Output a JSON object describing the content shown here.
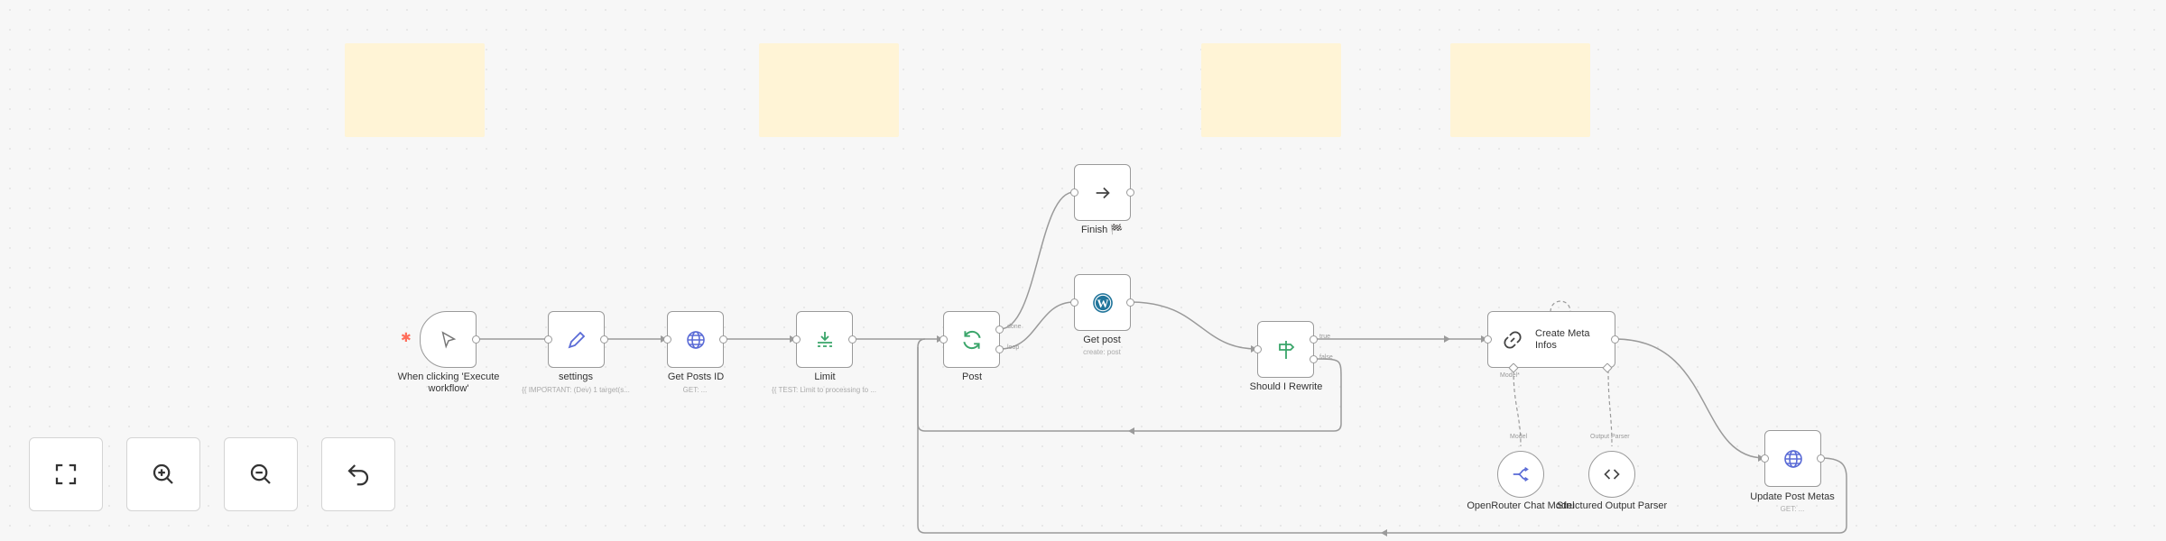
{
  "nodes": {
    "trigger": {
      "label": "When clicking 'Execute workflow'",
      "icon": "pointer-icon"
    },
    "settings": {
      "label": "settings",
      "sub": "{{ IMPORTANT: (Dev) 1 target(s..."
    },
    "get_posts_id": {
      "label": "Get Posts ID",
      "sub": "GET: ..."
    },
    "limit": {
      "label": "Limit",
      "sub": "{{ TEST: Limit to processing to ..."
    },
    "post": {
      "label": "Post",
      "out_done": "done",
      "out_loop": "loop"
    },
    "finish": {
      "label": "Finish",
      "emoji": "🏁"
    },
    "get_post": {
      "label": "Get post",
      "sub": "create: post"
    },
    "should_rewrite": {
      "label": "Should I Rewrite",
      "out_true": "true",
      "out_false": "false"
    },
    "create_meta": {
      "label": "Create Meta Infos",
      "sub_port": "Model*"
    },
    "openrouter": {
      "label": "OpenRouter Chat Model",
      "port_label": "Model"
    },
    "structured_parser": {
      "label": "Structured Output Parser",
      "port_label": "Output Parser"
    },
    "update_post_metas": {
      "label": "Update Post Metas",
      "sub": "GET: ..."
    }
  },
  "controls": [
    {
      "name": "fit-view",
      "icon": "fullscreen-icon"
    },
    {
      "name": "zoom-in",
      "icon": "zoom-in-icon"
    },
    {
      "name": "zoom-out",
      "icon": "zoom-out-icon"
    },
    {
      "name": "undo",
      "icon": "undo-icon"
    }
  ],
  "colors": {
    "sticky": "#fff4d6",
    "edge": "#9a9a9a",
    "trigger_star": "#ff6d5a",
    "pencil": "#5a6bd6",
    "globe": "#5a6bd6",
    "green": "#3aa56a",
    "wordpress": "#21759b"
  }
}
